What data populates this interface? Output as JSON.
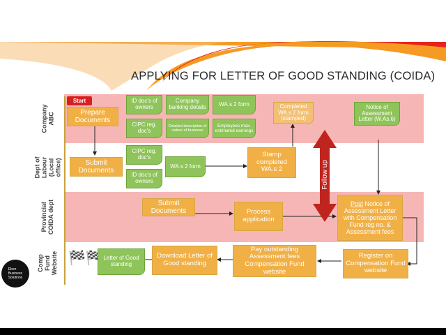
{
  "title": "APPLYING FOR LETTER OF GOOD STANDING (COIDA)",
  "lanes": {
    "company": "Company\nABC",
    "labour": "Dept of\nLabour\n(Local\noffice)",
    "coida": "Provincial\nCOIDA dept",
    "fund": "Comp\nFund\nWebsite"
  },
  "start_label": "Start",
  "nodes": {
    "prepare": "Prepare Documents",
    "id_docs_1": "ID doc's of owners",
    "company_banking": "Company banking details",
    "was2_form_1": "WA.s 2 form",
    "cipc_1": "CIPC reg. doc's",
    "detailed_desc": "Detailed description of nature of business",
    "employees": "Employees max. estimated earnings",
    "completed_was2": "Completed WA.s 2 form (stamped)",
    "notice_assessment": "Notice of Assessment Letter (W.As.6)",
    "submit_labour": "Submit Documents",
    "cipc_2": "CIPC reg. doc's",
    "id_docs_2": "ID doc's of owners",
    "was2_form_2": "WA.s 2 form",
    "stamp_completed": "Stamp completed WA.s 2",
    "follow_up": "Follow up",
    "submit_coida": "Submit Documents",
    "process_app": "Process application",
    "post_notice_word": "Post",
    "post_notice_rest": " Notice of Assessment Letter with Compensation Fund reg no. & Assessment fees",
    "letter_good": "Letter of Good standing",
    "download_letter": "Download Letter of Good standing",
    "pay_outstanding": "Pay outstanding Assessment fees Compensation Fund website",
    "register_fund": "Register on Compensation Fund website"
  },
  "logo_text": "Eben\nBusiness\nSolutions",
  "colors": {
    "orange_box": "#f1b046",
    "green_doc": "#8fc45a",
    "lane_pink": "#f7b6b6",
    "swoosh_red": "#e8231f",
    "swoosh_orange": "#f59a23",
    "follow_up_arrow": "#c0241f"
  }
}
